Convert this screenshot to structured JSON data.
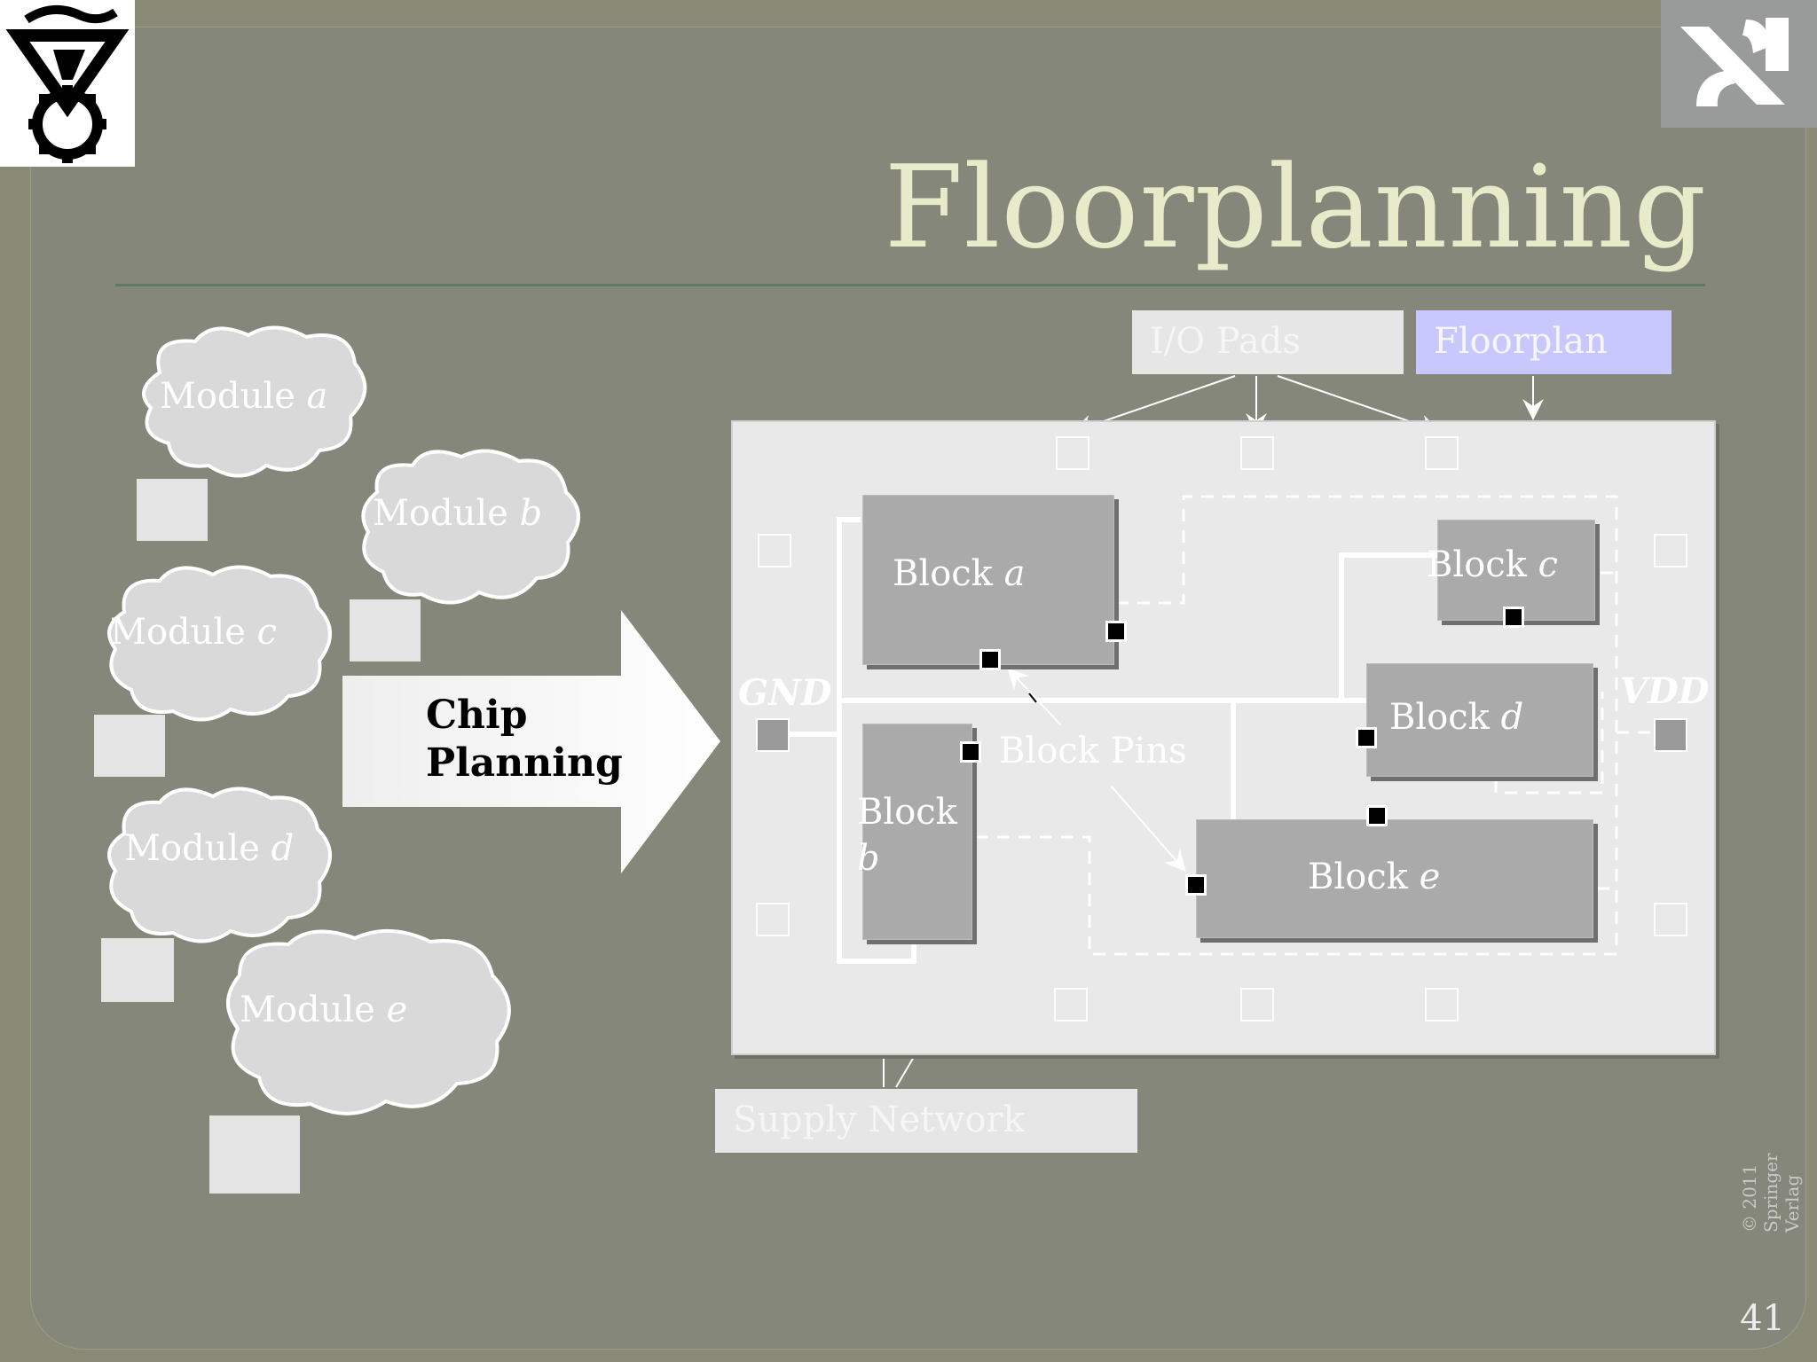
{
  "slide": {
    "title": "Floorplanning",
    "page_number": "41",
    "copyright": "© 2011 Springer Verlag"
  },
  "labels": {
    "io_pads": "I/O Pads",
    "floorplan": "Floorplan",
    "supply_network": "Supply Network",
    "block_pins": "Block Pins",
    "gnd": "GND",
    "vdd": "VDD"
  },
  "chip_planning": {
    "line1": "Chip",
    "line2": "Planning"
  },
  "modules": [
    {
      "prefix": "Module ",
      "letter": "a"
    },
    {
      "prefix": "Module ",
      "letter": "b"
    },
    {
      "prefix": "Module ",
      "letter": "c"
    },
    {
      "prefix": "Module ",
      "letter": "d"
    },
    {
      "prefix": "Module ",
      "letter": "e"
    }
  ],
  "blocks": [
    {
      "prefix": "Block ",
      "letter": "a"
    },
    {
      "prefix": "Block",
      "letter": "b"
    },
    {
      "prefix": "Block ",
      "letter": "c"
    },
    {
      "prefix": "Block ",
      "letter": "d"
    },
    {
      "prefix": "Block ",
      "letter": "e"
    }
  ],
  "colors": {
    "background": "#85877a",
    "title": "#e8ebc9",
    "chip": "#e9e9e9",
    "block": "#aaaaaa",
    "floorplan_box": "#c8c8ff",
    "io_box": "#e6e6e6"
  },
  "icons": [
    "technion-logo-icon",
    "aleph-logo-icon"
  ]
}
